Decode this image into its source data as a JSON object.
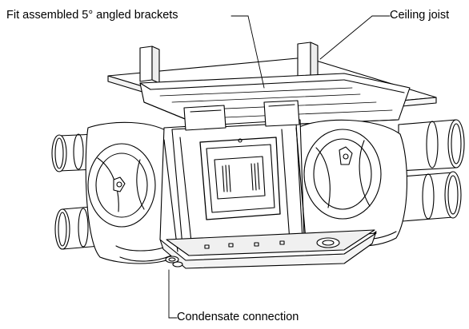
{
  "labels": {
    "brackets": "Fit assembled 5° angled brackets",
    "joist": "Ceiling joist",
    "condensate": "Condensate connection"
  },
  "colors": {
    "line": "#000000",
    "background": "#ffffff",
    "shade": "#ededed"
  }
}
